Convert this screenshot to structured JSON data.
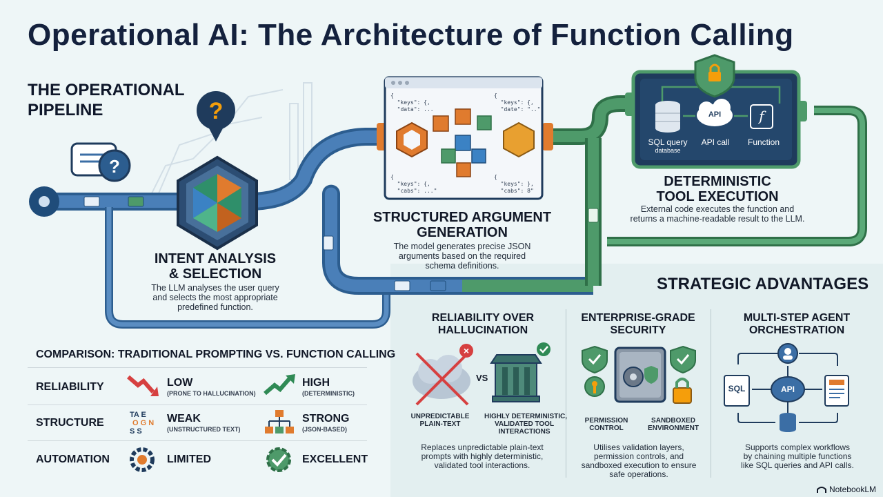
{
  "title": "Operational AI: The Architecture of Function  Calling",
  "pipeline_heading": [
    "THE OPERATIONAL",
    "PIPELINE"
  ],
  "stages": [
    {
      "title_lines": [
        "INTENT ANALYSIS",
        "& SELECTION"
      ],
      "desc_lines": [
        "The LLM analyses the user query",
        "and selects the most appropriate",
        "predefined function."
      ]
    },
    {
      "title_lines": [
        "STRUCTURED ARGUMENT",
        "GENERATION"
      ],
      "desc_lines": [
        "The model generates precise JSON",
        "arguments based on the required",
        "schema definitions."
      ]
    },
    {
      "title_lines": [
        "DETERMINISTIC",
        "TOOL EXECUTION"
      ],
      "desc_lines": [
        "External code executes the function and",
        "returns a machine-readable result to the LLM."
      ]
    }
  ],
  "code_snippets": [
    "{\n  \"keys\": {,\n  \"data\": ...",
    "{\n  \"keys\": {,\n  \"date\": \"..\"",
    "{\n  \"keys\": {,\n  \"cabs\": ...\"",
    "{\n  \"keys\": },\n  \"cabs\": 8\""
  ],
  "tools": [
    {
      "label": "SQL query",
      "sub": "database",
      "icon": "database-icon"
    },
    {
      "label": "API call",
      "sub": "",
      "icon": "api-cloud-icon"
    },
    {
      "label": "Function",
      "sub": "",
      "icon": "function-icon"
    }
  ],
  "api_text": "API",
  "fx_text": "f",
  "comparison": {
    "heading": "COMPARISON: TRADITIONAL PROMPTING VS. FUNCTION CALLING",
    "rows": [
      {
        "label": "RELIABILITY",
        "trad": "LOW",
        "trad_sub": "(PRONE TO HALLUCINATION)",
        "fc": "HIGH",
        "fc_sub": "(DETERMINISTIC)"
      },
      {
        "label": "STRUCTURE",
        "trad": "WEAK",
        "trad_sub": "(UNSTRUCTURED TEXT)",
        "fc": "STRONG",
        "fc_sub": "(JSON-BASED)"
      },
      {
        "label": "AUTOMATION",
        "trad": "LIMITED",
        "trad_sub": "",
        "fc": "EXCELLENT",
        "fc_sub": ""
      }
    ]
  },
  "advantages": {
    "heading": "STRATEGIC ADVANTAGES",
    "items": [
      {
        "title_lines": [
          "RELIABILITY OVER",
          "HALLUCINATION"
        ],
        "captions": [
          "UNPREDICTABLE\nPLAIN-TEXT",
          "HIGHLY DETERMINISTIC,\nVALIDATED TOOL\nINTERACTIONS"
        ],
        "vs": "VS",
        "desc_lines": [
          "Replaces unpredictable plain-text",
          "prompts with highly deterministic,",
          "validated tool interactions."
        ]
      },
      {
        "title_lines": [
          "ENTERPRISE-GRADE",
          "SECURITY"
        ],
        "captions": [
          "PERMISSION\nCONTROL",
          "SANDBOXED\nENVIRONMENT"
        ],
        "desc_lines": [
          "Utilises validation layers,",
          "permission controls, and",
          "sandboxed execution to ensure",
          "safe operations."
        ]
      },
      {
        "title_lines": [
          "MULTI-STEP AGENT",
          "ORCHESTRATION"
        ],
        "captions": [
          "SQL",
          "API"
        ],
        "desc_lines": [
          "Supports complex workflows",
          "by chaining multiple functions",
          "like SQL queries and API calls."
        ]
      }
    ]
  },
  "footer": "NotebookLM",
  "colors": {
    "blue_pipe": "#3b6ea5",
    "green_pipe": "#4e9a6a",
    "orange": "#e07b2e",
    "navy": "#14213d",
    "red": "#d64040"
  }
}
